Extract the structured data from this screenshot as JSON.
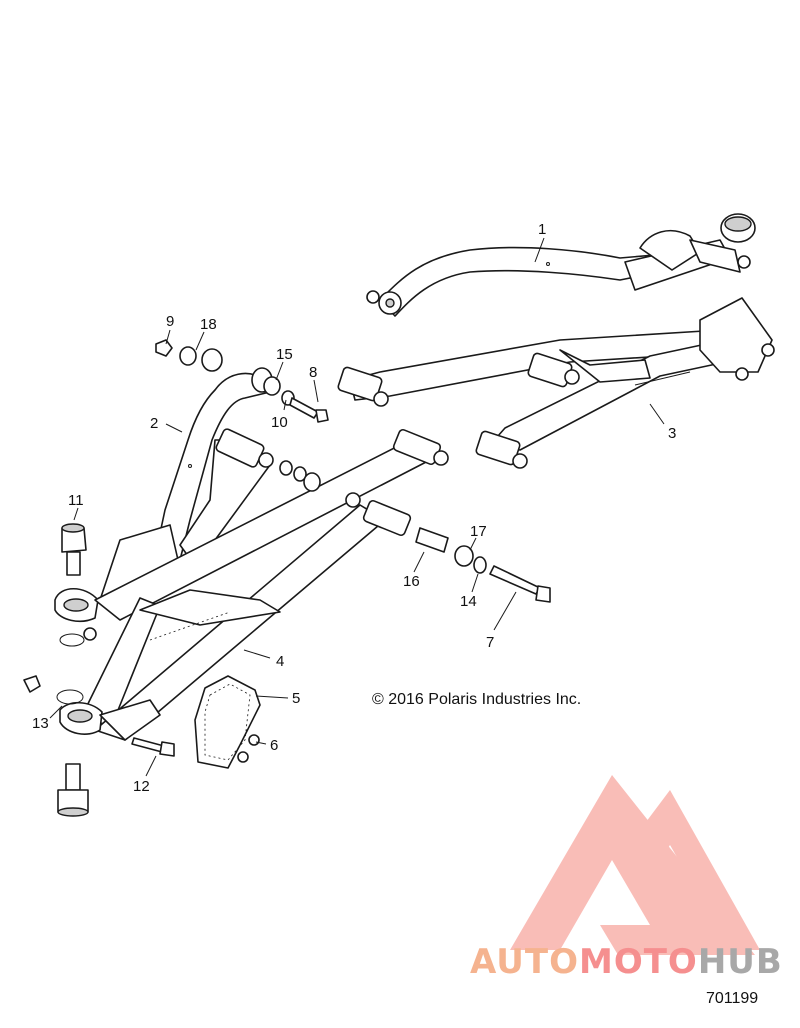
{
  "copyright": "© 2016 Polaris Industries Inc.",
  "diagram_number": "701199",
  "watermark": {
    "word_1": "AUTO",
    "word_2": "MOTO",
    "word_3": "HUB",
    "colors": {
      "auto": "#f5b38f",
      "moto": "#f58f8f",
      "hub": "#a8a8a8",
      "logo": "#f7a8a0"
    }
  },
  "callouts": [
    "1",
    "2",
    "3",
    "4",
    "5",
    "6",
    "7",
    "8",
    "9",
    "10",
    "11",
    "12",
    "13",
    "14",
    "15",
    "16",
    "17",
    "18"
  ]
}
